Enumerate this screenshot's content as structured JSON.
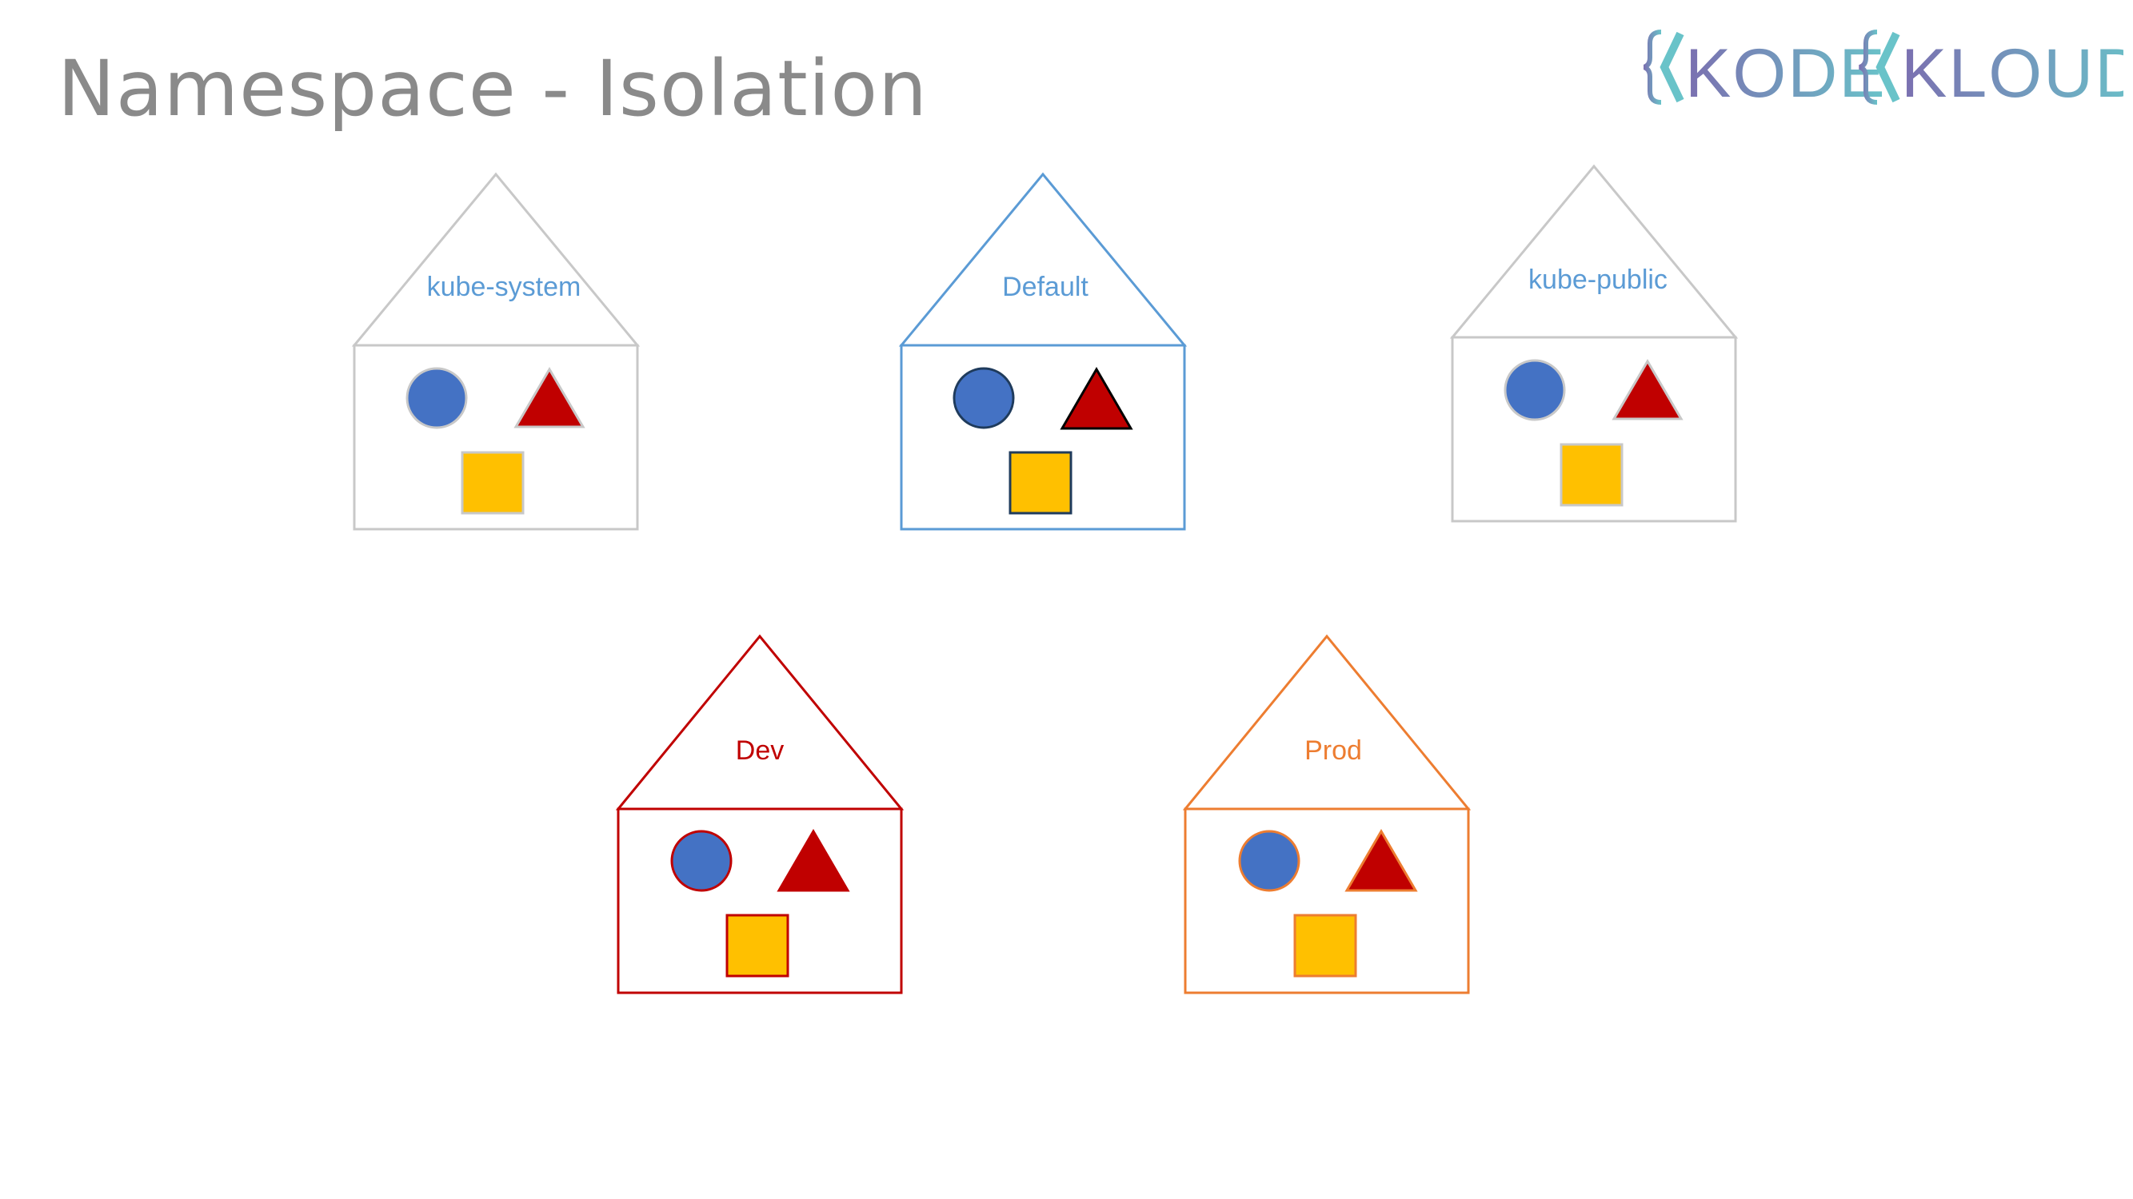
{
  "title": "Namespace - Isolation",
  "logo": {
    "left_text": "KODE",
    "right_text": "KLOUD",
    "colors": [
      "#7b6fb0",
      "#69c3c9"
    ]
  },
  "colors": {
    "title": "#8a8a8a",
    "circle_fill": "#4472c4",
    "triangle_fill": "#c00000",
    "square_fill": "#ffc000"
  },
  "namespaces": [
    {
      "label": "kube-system",
      "outline": "#c8c8c8",
      "label_color": "#5b9bd5",
      "shape_stroke": "#c8c8c8"
    },
    {
      "label": "Default",
      "outline": "#5b9bd5",
      "label_color": "#5b9bd5",
      "shape_stroke": "#1f3b5c"
    },
    {
      "label": "kube-public",
      "outline": "#c8c8c8",
      "label_color": "#5b9bd5",
      "shape_stroke": "#c8c8c8"
    },
    {
      "label": "Dev",
      "outline": "#c00000",
      "label_color": "#c00000",
      "shape_stroke": "#c00000"
    },
    {
      "label": "Prod",
      "outline": "#ed7d31",
      "label_color": "#ed7d31",
      "shape_stroke": "#ed7d31"
    }
  ]
}
